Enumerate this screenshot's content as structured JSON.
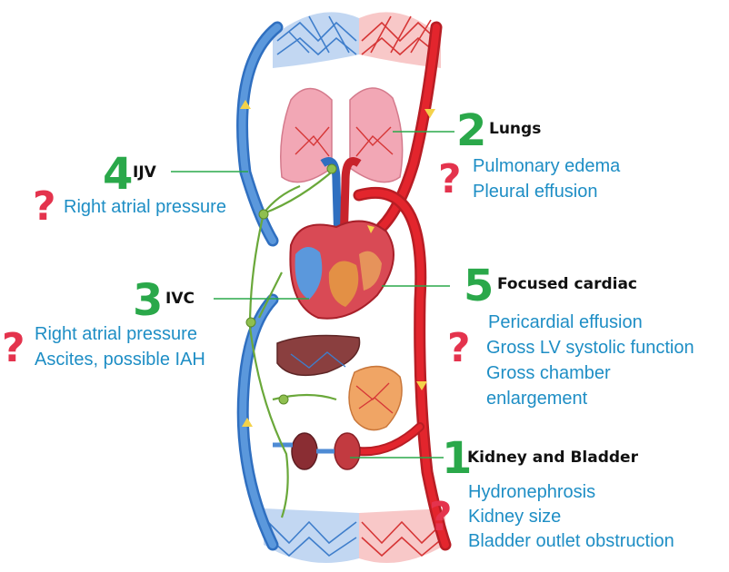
{
  "colors": {
    "number": "#2aa84a",
    "question_mark": "#e4334d",
    "finding_text": "#1e8ec5",
    "site_text": "#111111",
    "artery": "#e3252d",
    "vein": "#4e8bd4",
    "lymph": "#6aa83a",
    "leader_line": "#2aa84a"
  },
  "icons": [
    "circulation-diagram",
    "question-mark-icon"
  ],
  "sites": [
    {
      "number": "1",
      "label": "Kidney and Bladder",
      "question_mark": "?",
      "findings": [
        "Hydronephrosis",
        "Kidney size",
        "Bladder outlet obstruction"
      ]
    },
    {
      "number": "2",
      "label": "Lungs",
      "question_mark": "?",
      "findings": [
        "Pulmonary edema",
        "Pleural effusion"
      ]
    },
    {
      "number": "3",
      "label": "IVC",
      "question_mark": "?",
      "findings": [
        "Right atrial pressure",
        "Ascites, possible IAH"
      ]
    },
    {
      "number": "4",
      "label": "IJV",
      "question_mark": "?",
      "findings": [
        "Right atrial pressure"
      ]
    },
    {
      "number": "5",
      "label": "Focused cardiac",
      "question_mark": "?",
      "findings": [
        "Pericardial effusion",
        "Gross LV systolic function",
        "Gross chamber",
        "enlargement"
      ]
    }
  ]
}
